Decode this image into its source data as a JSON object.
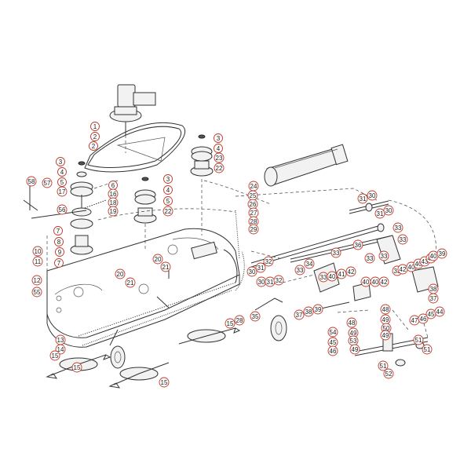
{
  "callouts": [
    {
      "id": "c1",
      "label": "1"
    },
    {
      "id": "c2a",
      "label": "2"
    },
    {
      "id": "c2b",
      "label": "2"
    },
    {
      "id": "c3a",
      "label": "3"
    },
    {
      "id": "c4a",
      "label": "4"
    },
    {
      "id": "c5a",
      "label": "5"
    },
    {
      "id": "c17",
      "label": "17"
    },
    {
      "id": "c56",
      "label": "56"
    },
    {
      "id": "c58",
      "label": "58"
    },
    {
      "id": "c57",
      "label": "57"
    },
    {
      "id": "c6",
      "label": "6"
    },
    {
      "id": "c16",
      "label": "16"
    },
    {
      "id": "c18",
      "label": "18"
    },
    {
      "id": "c19",
      "label": "19"
    },
    {
      "id": "c7a",
      "label": "7"
    },
    {
      "id": "c8",
      "label": "8"
    },
    {
      "id": "c10",
      "label": "10"
    },
    {
      "id": "c11",
      "label": "11"
    },
    {
      "id": "c9",
      "label": "9"
    },
    {
      "id": "c7b",
      "label": "7"
    },
    {
      "id": "c12",
      "label": "12"
    },
    {
      "id": "c55",
      "label": "55"
    },
    {
      "id": "c3b",
      "label": "3"
    },
    {
      "id": "c4b",
      "label": "4"
    },
    {
      "id": "c5b",
      "label": "5"
    },
    {
      "id": "c22a",
      "label": "22"
    },
    {
      "id": "c3c",
      "label": "3"
    },
    {
      "id": "c4c",
      "label": "4"
    },
    {
      "id": "c23",
      "label": "23"
    },
    {
      "id": "c22b",
      "label": "22"
    },
    {
      "id": "c20a",
      "label": "20"
    },
    {
      "id": "c21a",
      "label": "21"
    },
    {
      "id": "c20b",
      "label": "20"
    },
    {
      "id": "c21b",
      "label": "21"
    },
    {
      "id": "c13",
      "label": "13"
    },
    {
      "id": "c14",
      "label": "14"
    },
    {
      "id": "c15a",
      "label": "15"
    },
    {
      "id": "c15b",
      "label": "15"
    },
    {
      "id": "c15c",
      "label": "15"
    },
    {
      "id": "c24",
      "label": "24"
    },
    {
      "id": "c25",
      "label": "25"
    },
    {
      "id": "c26",
      "label": "26"
    },
    {
      "id": "c27",
      "label": "27"
    },
    {
      "id": "c28",
      "label": "28"
    },
    {
      "id": "c29",
      "label": "29"
    },
    {
      "id": "c31a",
      "label": "31"
    },
    {
      "id": "c30a",
      "label": "30"
    },
    {
      "id": "c31b",
      "label": "31"
    },
    {
      "id": "c30b",
      "label": "30"
    },
    {
      "id": "c33a",
      "label": "33"
    },
    {
      "id": "c33b",
      "label": "33"
    },
    {
      "id": "c33c",
      "label": "33"
    },
    {
      "id": "c36",
      "label": "36"
    },
    {
      "id": "c34",
      "label": "34"
    },
    {
      "id": "c32a",
      "label": "32"
    },
    {
      "id": "c31c",
      "label": "31"
    },
    {
      "id": "c30c",
      "label": "30"
    },
    {
      "id": "c33d",
      "label": "33"
    },
    {
      "id": "c30d",
      "label": "30"
    },
    {
      "id": "c31d",
      "label": "31"
    },
    {
      "id": "c32b",
      "label": "32"
    },
    {
      "id": "c33e",
      "label": "33"
    },
    {
      "id": "c40a",
      "label": "40"
    },
    {
      "id": "c41a",
      "label": "41"
    },
    {
      "id": "c42a",
      "label": "42"
    },
    {
      "id": "c33f",
      "label": "33"
    },
    {
      "id": "c40b",
      "label": "40"
    },
    {
      "id": "c40c",
      "label": "40"
    },
    {
      "id": "c42b",
      "label": "42"
    },
    {
      "id": "c33g",
      "label": "33"
    },
    {
      "id": "c33h",
      "label": "33"
    },
    {
      "id": "c42c",
      "label": "42"
    },
    {
      "id": "c40d",
      "label": "40"
    },
    {
      "id": "c40e",
      "label": "40"
    },
    {
      "id": "c43",
      "label": "43"
    },
    {
      "id": "c41b",
      "label": "41"
    },
    {
      "id": "c40f",
      "label": "40"
    },
    {
      "id": "c39a",
      "label": "39"
    },
    {
      "id": "c38a",
      "label": "38"
    },
    {
      "id": "c37a",
      "label": "37"
    },
    {
      "id": "c37b",
      "label": "37"
    },
    {
      "id": "c38b",
      "label": "38"
    },
    {
      "id": "c39b",
      "label": "39"
    },
    {
      "id": "c48a",
      "label": "48"
    },
    {
      "id": "c49a",
      "label": "49"
    },
    {
      "id": "c50",
      "label": "50"
    },
    {
      "id": "c49b",
      "label": "49"
    },
    {
      "id": "c47",
      "label": "47"
    },
    {
      "id": "c46a",
      "label": "46"
    },
    {
      "id": "c45a",
      "label": "45"
    },
    {
      "id": "c44",
      "label": "44"
    },
    {
      "id": "c48b",
      "label": "48"
    },
    {
      "id": "c49c",
      "label": "49"
    },
    {
      "id": "c53",
      "label": "53"
    },
    {
      "id": "c49d",
      "label": "49"
    },
    {
      "id": "c54",
      "label": "54"
    },
    {
      "id": "c45b",
      "label": "45"
    },
    {
      "id": "c46b",
      "label": "46"
    },
    {
      "id": "c51a",
      "label": "51"
    },
    {
      "id": "c51b",
      "label": "51"
    },
    {
      "id": "c51c",
      "label": "51"
    },
    {
      "id": "c52",
      "label": "52"
    },
    {
      "id": "c35",
      "label": "35"
    },
    {
      "id": "c28b",
      "label": "28"
    },
    {
      "id": "c15d",
      "label": "15"
    }
  ]
}
